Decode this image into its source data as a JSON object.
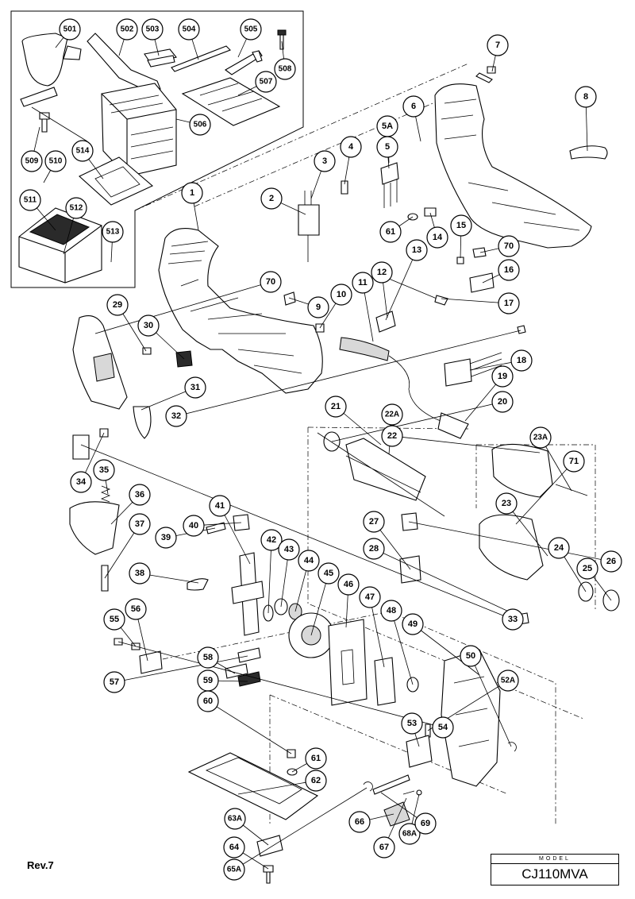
{
  "revision": "Rev.7",
  "model": {
    "label": "MODEL",
    "name": "CJ110MVA"
  },
  "callouts": [
    "501",
    "502",
    "503",
    "504",
    "505",
    "508",
    "507",
    "506",
    "509",
    "510",
    "514",
    "511",
    "512",
    "513",
    "1",
    "2",
    "3",
    "4",
    "5A",
    "5",
    "6",
    "7",
    "8",
    "14",
    "15",
    "61",
    "70",
    "16",
    "17",
    "13",
    "12",
    "11",
    "10",
    "9",
    "70",
    "29",
    "30",
    "31",
    "32",
    "18",
    "19",
    "20",
    "21",
    "22A",
    "22",
    "23A",
    "71",
    "23",
    "24",
    "25",
    "26",
    "27",
    "28",
    "33",
    "34",
    "35",
    "36",
    "37",
    "38",
    "39",
    "40",
    "41",
    "42",
    "43",
    "44",
    "45",
    "46",
    "47",
    "48",
    "49",
    "50",
    "52A",
    "53",
    "54",
    "55",
    "56",
    "57",
    "58",
    "59",
    "60",
    "61",
    "62",
    "63A",
    "64",
    "65A",
    "66",
    "67",
    "68A",
    "69"
  ]
}
